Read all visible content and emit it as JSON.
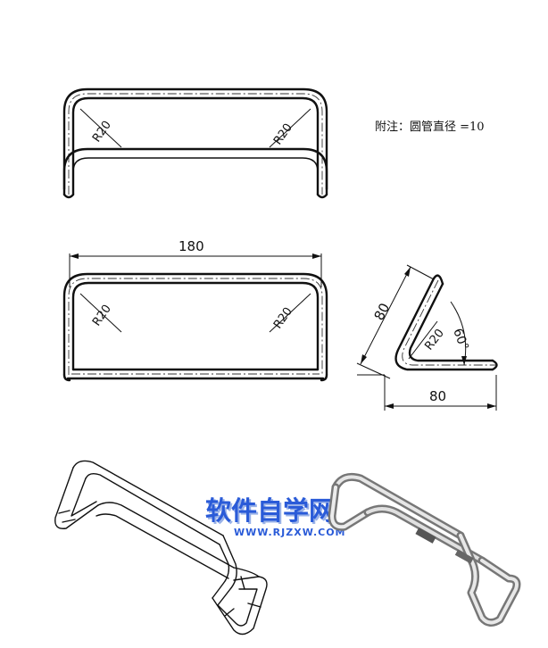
{
  "note": "附注：圆管直径 =10",
  "top_view": {
    "r_left": "R20",
    "r_right": "R20"
  },
  "front_view": {
    "width": "180",
    "r_left": "R20",
    "r_right": "R20"
  },
  "side_view": {
    "length": "80",
    "base": "80",
    "radius": "R20",
    "angle": "60°"
  },
  "watermark": {
    "title": "软件自学网",
    "url": "WWW.RJZXW.COM"
  },
  "colors": {
    "line": "#111111",
    "watermark_blue": "#2a5bd8",
    "watermark_shadow": "#9bb3e8"
  }
}
